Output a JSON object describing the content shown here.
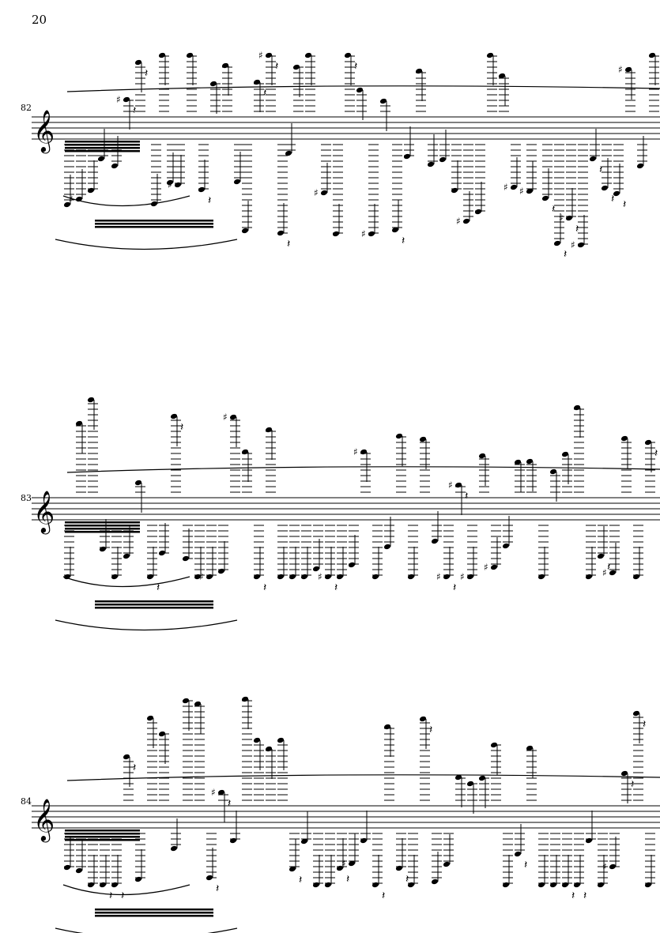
{
  "page": {
    "number": "20"
  },
  "systems": [
    {
      "id": "system-1",
      "measure": "82"
    },
    {
      "id": "system-2",
      "measure": "83"
    },
    {
      "id": "system-3",
      "measure": "84"
    }
  ]
}
